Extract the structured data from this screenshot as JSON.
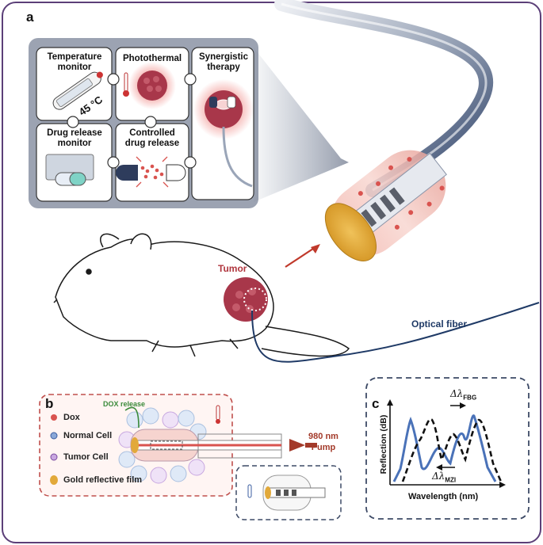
{
  "panel_a": {
    "letter": "a",
    "tiles": {
      "temperature_monitor": "Temperature\nmonitor",
      "photothermal": "Photothermal",
      "synergistic": "Synergistic\ntherapy",
      "drug_release_monitor": "Drug release\nmonitor",
      "controlled_release": "Controlled\ndrug release"
    },
    "thermometer_reading": "45 °C",
    "tumor_label": "Tumor",
    "fiber_label": "Optical fiber"
  },
  "panel_b": {
    "letter": "b",
    "dox_release": "DOX release",
    "legend": [
      "Dox",
      "Normal Cell",
      "Tumor Cell",
      "Gold reflective film"
    ],
    "pump_line1": "980 nm",
    "pump_line2": "Pump"
  },
  "panel_c": {
    "letter": "c",
    "ylabel": "Reflection (dB)",
    "xlabel": "Wavelength (nm)",
    "fbg_label": "Δλ",
    "fbg_sub": "FBG",
    "mzi_label": "Δλ",
    "mzi_sub": "MZI"
  },
  "colors": {
    "frame": "#5b3f78",
    "tumor": "#a8374a",
    "fiber_dark": "#1f3a66",
    "dashed_box_red": "#c0504d",
    "dashed_box_blue": "#3d4a66",
    "spectrum_blue": "#4a72b8",
    "dox_red": "#d9534f"
  }
}
